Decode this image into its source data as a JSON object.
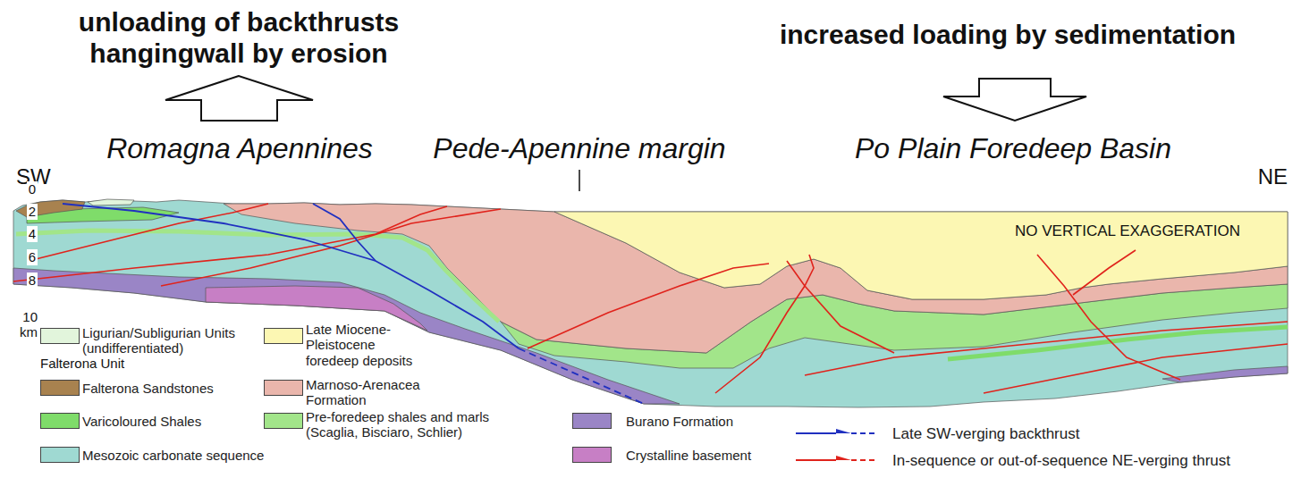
{
  "diagram": {
    "labels": [
      "unloading of backthrusts hangingwall by erosion",
      "increased loading by sedimentation",
      "Romagna Apennines",
      "Pede-Apennine margin",
      "Po Plain Foredeep Basin",
      "SW",
      "NE",
      "NO VERTICAL EXAGGERATION",
      "0",
      "2",
      "4",
      "6",
      "8",
      "10",
      "km",
      "Falterona Unit"
    ],
    "legend": [
      {
        "text": "Ligurian/Subligurian Units (undifferentiated)",
        "color": "#e2f5dc"
      },
      {
        "text": "Falterona Sandstones",
        "color": "#a8824f"
      },
      {
        "text": "Varicoloured Shales",
        "color": "#7fdc6a"
      },
      {
        "text": "Mesozoic carbonate sequence",
        "color": "#9fd9d2"
      },
      {
        "text": "Late Miocene-Pleistocene foredeep deposits",
        "color": "#fcf7b3"
      },
      {
        "text": "Marnoso-Arenacea Formation",
        "color": "#eab6ac"
      },
      {
        "text": "Pre-foredeep shales and marls (Scaglia, Bisciaro, Schlier)",
        "color": "#a2e58a"
      },
      {
        "text": "Burano Formation",
        "color": "#9a85c6"
      },
      {
        "text": "Crystalline basement",
        "color": "#c77fc5"
      },
      {
        "text": "Late SW-verging backthrust"
      },
      {
        "text": "In-sequence or out-of-sequence NE-verging thrust"
      }
    ]
  }
}
